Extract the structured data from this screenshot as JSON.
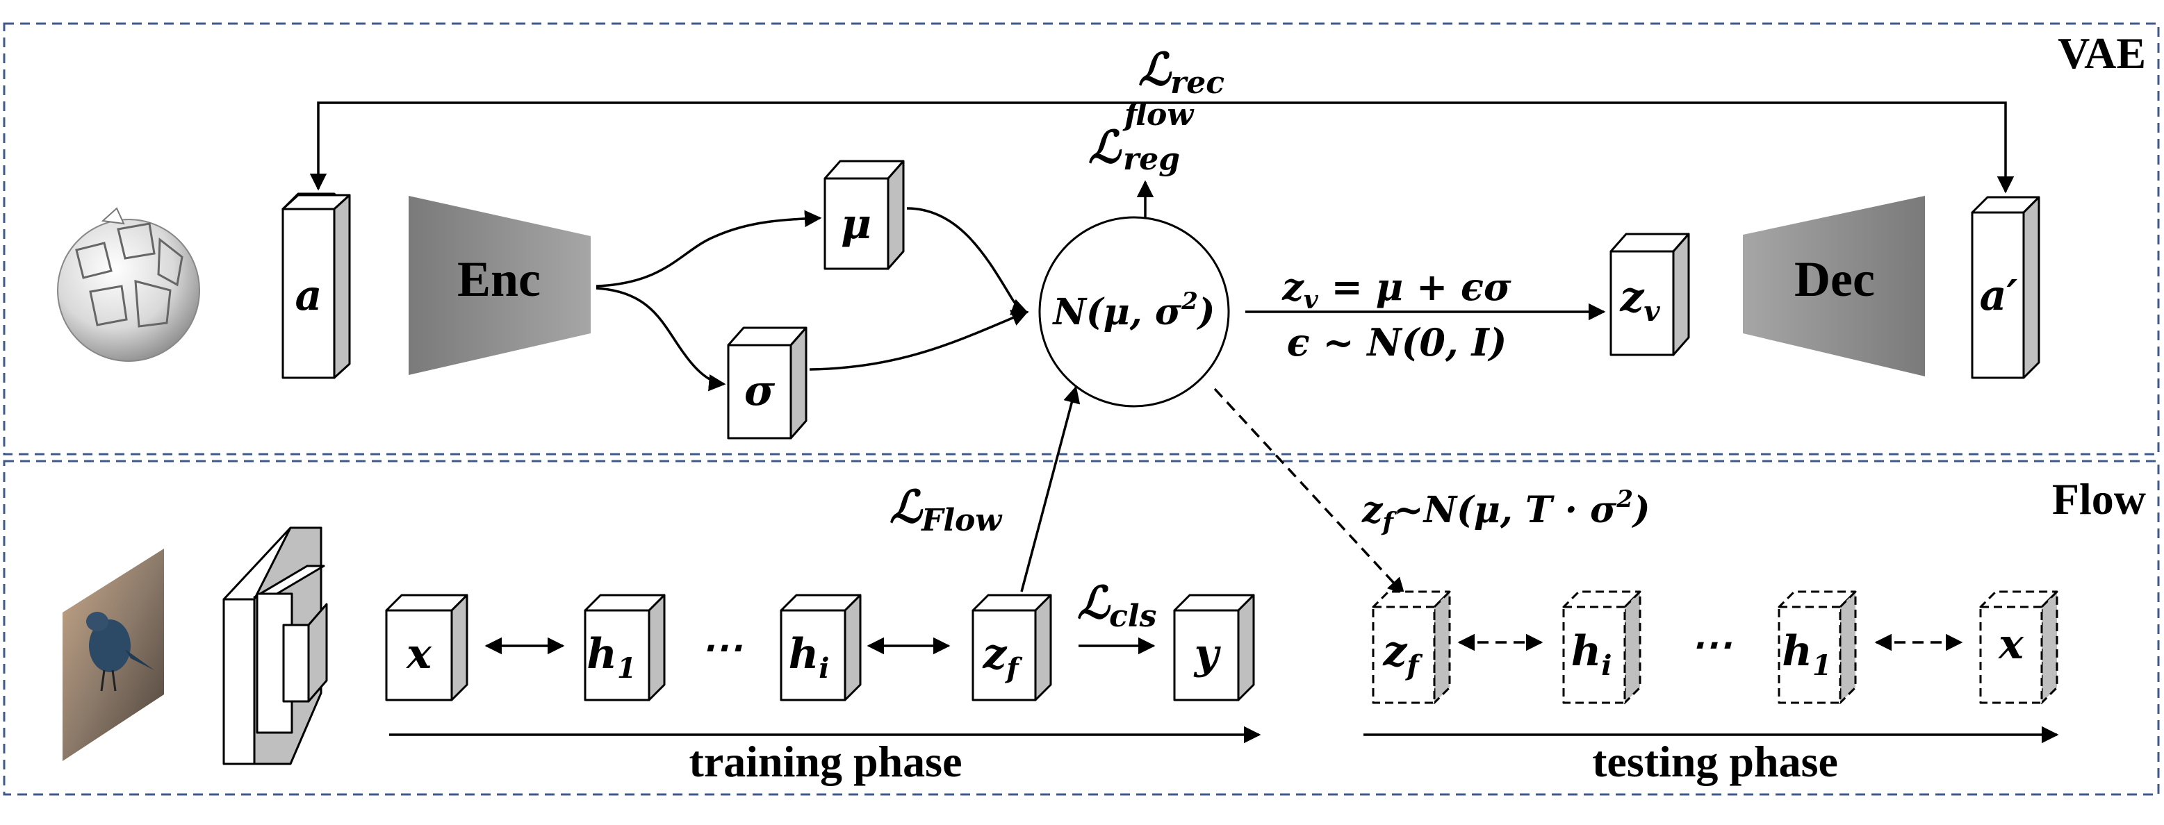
{
  "panels": {
    "vae": {
      "title": "VAE"
    },
    "flow": {
      "title": "Flow"
    }
  },
  "icons": {
    "wikipedia": "wikipedia-globe-icon",
    "bird": "bird-photo-icon",
    "cnn": "cnn-stack-icon"
  },
  "vae": {
    "loss_rec": {
      "main": "ℒ",
      "sub": "rec"
    },
    "loss_reg": {
      "main": "ℒ",
      "sub": "reg",
      "sup": "flow"
    },
    "a_label": "a",
    "enc_label": "Enc",
    "mu_label": "μ",
    "sigma_label": "σ",
    "gaussian": {
      "prefix": "N(",
      "mu": "μ",
      "sep": ", ",
      "sigma": "σ",
      "sq": "2",
      "suffix": ")"
    },
    "reparam_line1": {
      "z": "z",
      "zsub": "v",
      "rest": " = μ + ϵσ"
    },
    "reparam_line2": "ϵ ~ N(0, I)",
    "zv_label": {
      "z": "z",
      "sub": "v"
    },
    "dec_label": "Dec",
    "a_prime_label": "a′"
  },
  "flow": {
    "loss_flow": {
      "main": "ℒ",
      "sub": "Flow"
    },
    "loss_cls": {
      "main": "ℒ",
      "sub": "cls"
    },
    "sample": {
      "z": "z",
      "zsub": "f",
      "rest": "~N(μ, T · σ",
      "sq": "2",
      "end": ")"
    },
    "train_nodes": {
      "x": "x",
      "h1": {
        "h": "h",
        "sub": "1"
      },
      "dots": "⋯",
      "hi": {
        "h": "h",
        "sub": "i"
      },
      "zf": {
        "z": "z",
        "sub": "f"
      },
      "y": "y"
    },
    "test_nodes": {
      "zf": {
        "z": "z",
        "sub": "f"
      },
      "hi": {
        "h": "h",
        "sub": "i"
      },
      "dots": "⋯",
      "h1": {
        "h": "h",
        "sub": "1"
      },
      "x": "x"
    },
    "training_label": "training phase",
    "testing_label": "testing phase"
  },
  "colors": {
    "panel_border": "#3F5A8A",
    "trapezoid_fill": "#8c8c8c",
    "cube_side": "#bfbfbf"
  }
}
